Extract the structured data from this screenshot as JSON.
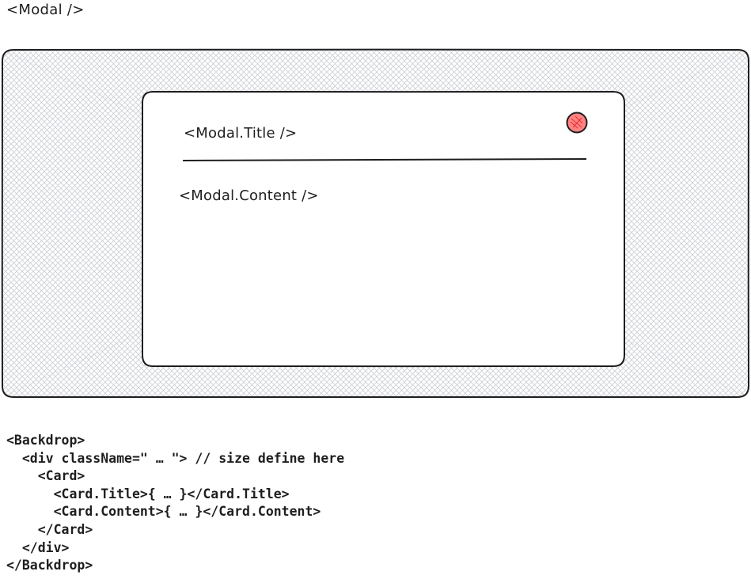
{
  "diagram": {
    "top_label": "<Modal />",
    "modal": {
      "title": "<Modal.Title />",
      "content": "<Modal.Content />",
      "close_icon": "close-x-icon"
    },
    "code_lines": [
      "<Backdrop>",
      "  <div className=\" … \"> // size define here",
      "    <Card>",
      "      <Card.Title>{ … }</Card.Title>",
      "      <Card.Content>{ … }</Card.Content>",
      "    </Card>",
      "  </div>",
      "</Backdrop>"
    ]
  },
  "colors": {
    "stroke": "#1e1e1e",
    "hatch": "#c9cdd3",
    "close_fill": "#ff8383",
    "close_x": "#e03131"
  }
}
